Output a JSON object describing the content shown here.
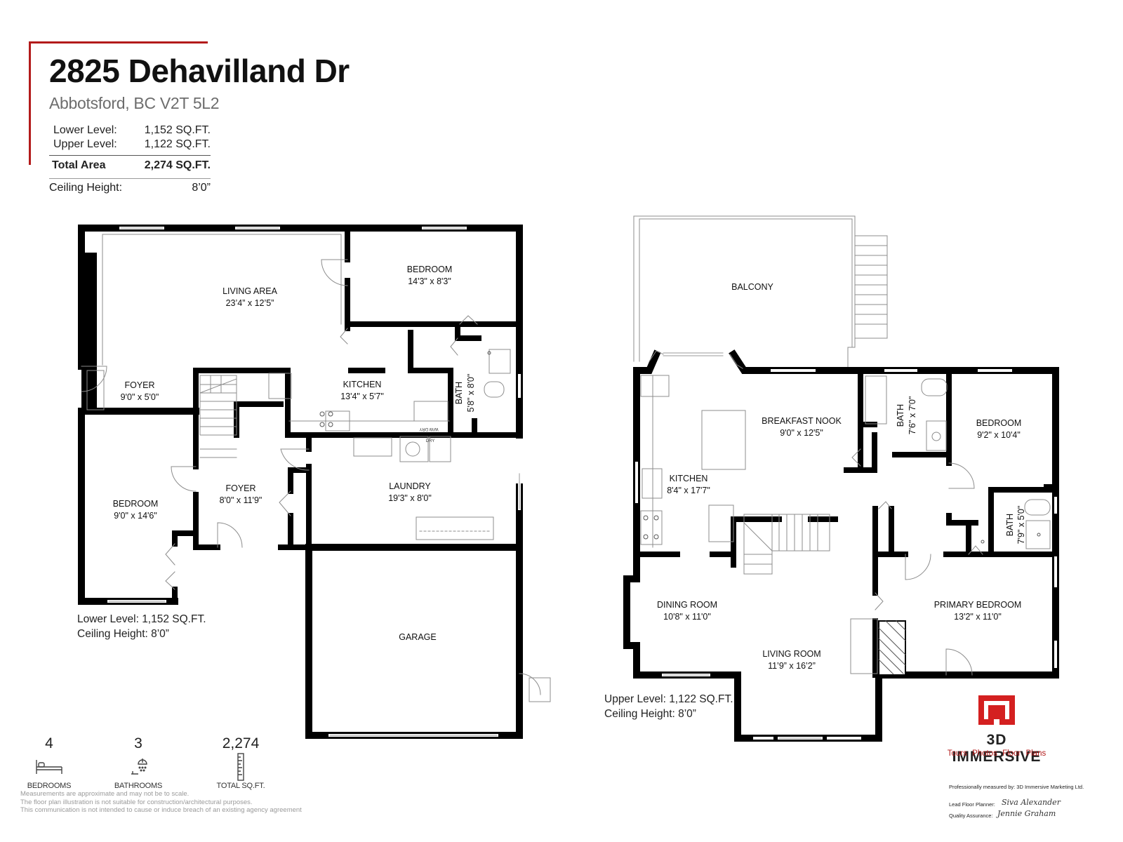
{
  "colors": {
    "accent": "#b31b1b",
    "wall": "#000000",
    "line": "#8c8c8c"
  },
  "header": {
    "address": "2825 Dehavilland Dr",
    "city": "Abbotsford, BC V2T 5L2",
    "levels": [
      {
        "label": "Lower Level:",
        "value": "1,152 SQ.FT."
      },
      {
        "label": "Upper Level:",
        "value": "1,122 SQ.FT."
      }
    ],
    "total": {
      "label": "Total Area",
      "value": "2,274 SQ.FT."
    },
    "ceiling": {
      "label": "Ceiling Height:",
      "value": "8’0”"
    }
  },
  "lower": {
    "rooms": {
      "living": {
        "name": "LIVING AREA",
        "dim": "23’4” x 12’5”"
      },
      "bedroom1": {
        "name": "BEDROOM",
        "dim": "14'3\" x 8'3\""
      },
      "foyer1": {
        "name": "FOYER",
        "dim": "9'0\" x 5'0\""
      },
      "kitchen": {
        "name": "KITCHEN",
        "dim": "13'4\" x 5'7\""
      },
      "bath": {
        "name": "BATH",
        "dim": "5'8\" x 8'0\""
      },
      "bedroom2": {
        "name": "BEDROOM",
        "dim": "9'0\" x 14'6\""
      },
      "foyer2": {
        "name": "FOYER",
        "dim": "8'0\" x 11'9\""
      },
      "laundry": {
        "name": "LAUNDRY",
        "dim": "19'3\" x 8'0\""
      },
      "garage": {
        "name": "GARAGE",
        "dim": ""
      }
    },
    "fixtures": {
      "wd": "W/W DRY",
      "dry": "DRY"
    },
    "note": {
      "area": "Lower Level: 1,152 SQ.FT.",
      "ceiling": "Ceiling Height: 8’0”"
    }
  },
  "upper": {
    "rooms": {
      "balcony": {
        "name": "BALCONY",
        "dim": ""
      },
      "nook": {
        "name": "BREAKFAST NOOK",
        "dim": "9'0\" x 12'5\""
      },
      "bath1": {
        "name": "BATH",
        "dim": "7'6\" x 7'0\""
      },
      "bedroom": {
        "name": "BEDROOM",
        "dim": "9'2\" x 10'4\""
      },
      "kitchen": {
        "name": "KITCHEN",
        "dim": "8'4\" x 17'7\""
      },
      "bath2": {
        "name": "BATH",
        "dim": "7'9\" x 5'0\""
      },
      "dining": {
        "name": "DINING ROOM",
        "dim": "10'8\" x 11'0\""
      },
      "primary": {
        "name": "PRIMARY BEDROOM",
        "dim": "13'2\" x 11'0\""
      },
      "living": {
        "name": "LIVING ROOM",
        "dim": "11’9” x 16’2”"
      }
    },
    "note": {
      "area": "Upper Level: 1,122 SQ.FT.",
      "ceiling": "Ceiling Height: 8’0”"
    }
  },
  "stats": [
    {
      "value": "4",
      "label": "BEDROOMS",
      "icon": "bed-icon"
    },
    {
      "value": "3",
      "label": "BATHROOMS",
      "icon": "shower-icon"
    },
    {
      "value": "2,274",
      "label": "TOTAL SQ.FT.",
      "icon": "ruler-icon"
    }
  ],
  "disclaimer": [
    "Measurements are approximate and may not be to scale.",
    "The floor plan illustration is not suitable for construction/architectural purposes.",
    "This communication is not intended to cause or induce breach of an existing agency agreement"
  ],
  "brand": {
    "name": "3D IMMERSIVE",
    "tagline": "Tours Photos Floor Plans",
    "measured_by": "Professionally measured by: 3D Immersive Marketing Ltd.",
    "planner_label": "Lead Floor Planner:",
    "planner_sig": "Siva Alexander",
    "qa_label": "Quality Assurance:",
    "qa_sig": "Jennie Graham"
  }
}
